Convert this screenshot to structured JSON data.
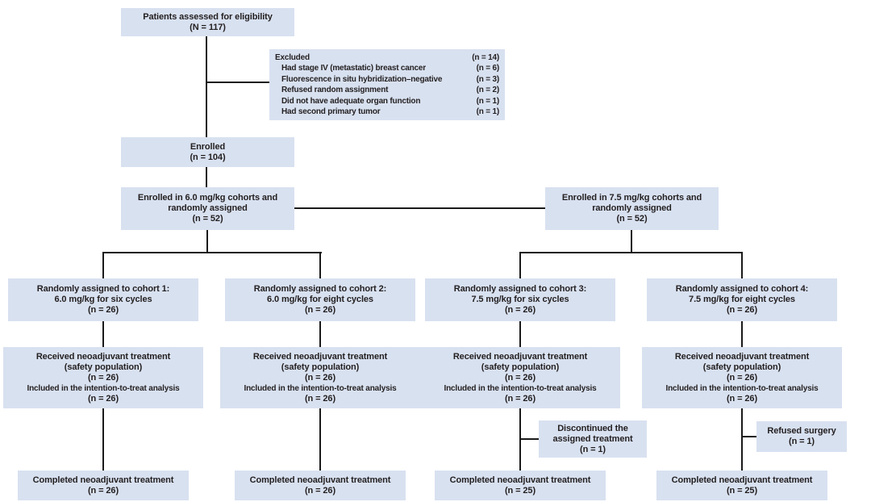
{
  "palette": {
    "box_fill": "#d8e1f0",
    "text": "#231f20",
    "line": "#1a1a1a",
    "background": "#ffffff"
  },
  "boxes": {
    "eligibility": {
      "lines": [
        "Patients assessed for eligibility",
        "(N = 117)"
      ]
    },
    "excluded": {
      "rows": [
        {
          "label": "Excluded",
          "count": "(n = 14)"
        },
        {
          "label": "Had stage IV (metastatic) breast cancer",
          "count": "(n = 6)"
        },
        {
          "label": "Fluorescence in situ hybridization–negative",
          "count": "(n = 3)"
        },
        {
          "label": "Refused random assignment",
          "count": "(n = 2)"
        },
        {
          "label": "Did not have adequate organ function",
          "count": "(n = 1)"
        },
        {
          "label": "Had second primary tumor",
          "count": "(n = 1)"
        }
      ]
    },
    "enrolled": {
      "lines": [
        "Enrolled",
        "(n = 104)"
      ]
    },
    "arm_60": {
      "lines": [
        "Enrolled in 6.0 mg/kg cohorts and",
        "randomly assigned",
        "(n = 52)"
      ]
    },
    "arm_75": {
      "lines": [
        "Enrolled in 7.5 mg/kg cohorts and",
        "randomly assigned",
        "(n = 52)"
      ]
    },
    "cohort_1": {
      "lines": [
        "Randomly assigned to cohort 1:",
        "6.0 mg/kg for six cycles",
        "(n = 26)"
      ]
    },
    "cohort_2": {
      "lines": [
        "Randomly assigned to cohort 2:",
        "6.0 mg/kg for eight cycles",
        "(n = 26)"
      ]
    },
    "cohort_3": {
      "lines": [
        "Randomly assigned to cohort 3:",
        "7.5 mg/kg for six cycles",
        "(n = 26)"
      ]
    },
    "cohort_4": {
      "lines": [
        "Randomly assigned to cohort 4:",
        "7.5 mg/kg for eight cycles",
        "(n = 26)"
      ]
    },
    "received_1": {
      "lines": [
        "Received neoadjuvant treatment",
        "(safety population)",
        "(n = 26)",
        "Included in the intention-to-treat analysis",
        "(n = 26)"
      ]
    },
    "received_2": {
      "lines": [
        "Received neoadjuvant treatment",
        "(safety population)",
        "(n = 26)",
        "Included in the intention-to-treat analysis",
        "(n = 26)"
      ]
    },
    "received_3": {
      "lines": [
        "Received neoadjuvant treatment",
        "(safety population)",
        "(n = 26)",
        "Included in the intention-to-treat analysis",
        "(n = 26)"
      ]
    },
    "received_4": {
      "lines": [
        "Received neoadjuvant treatment",
        "(safety population)",
        "(n = 26)",
        "Included in the intention-to-treat analysis",
        "(n = 26)"
      ]
    },
    "discontinued": {
      "lines": [
        "Discontinued the",
        "assigned treatment",
        "(n = 1)"
      ]
    },
    "refused_surgery": {
      "lines": [
        "Refused surgery",
        "(n = 1)"
      ]
    },
    "completed_1": {
      "lines": [
        "Completed neoadjuvant treatment",
        "(n = 26)"
      ]
    },
    "completed_2": {
      "lines": [
        "Completed neoadjuvant treatment",
        "(n = 26)"
      ]
    },
    "completed_3": {
      "lines": [
        "Completed neoadjuvant treatment",
        "(n = 25)"
      ]
    },
    "completed_4": {
      "lines": [
        "Completed neoadjuvant treatment",
        "(n = 25)"
      ]
    }
  }
}
